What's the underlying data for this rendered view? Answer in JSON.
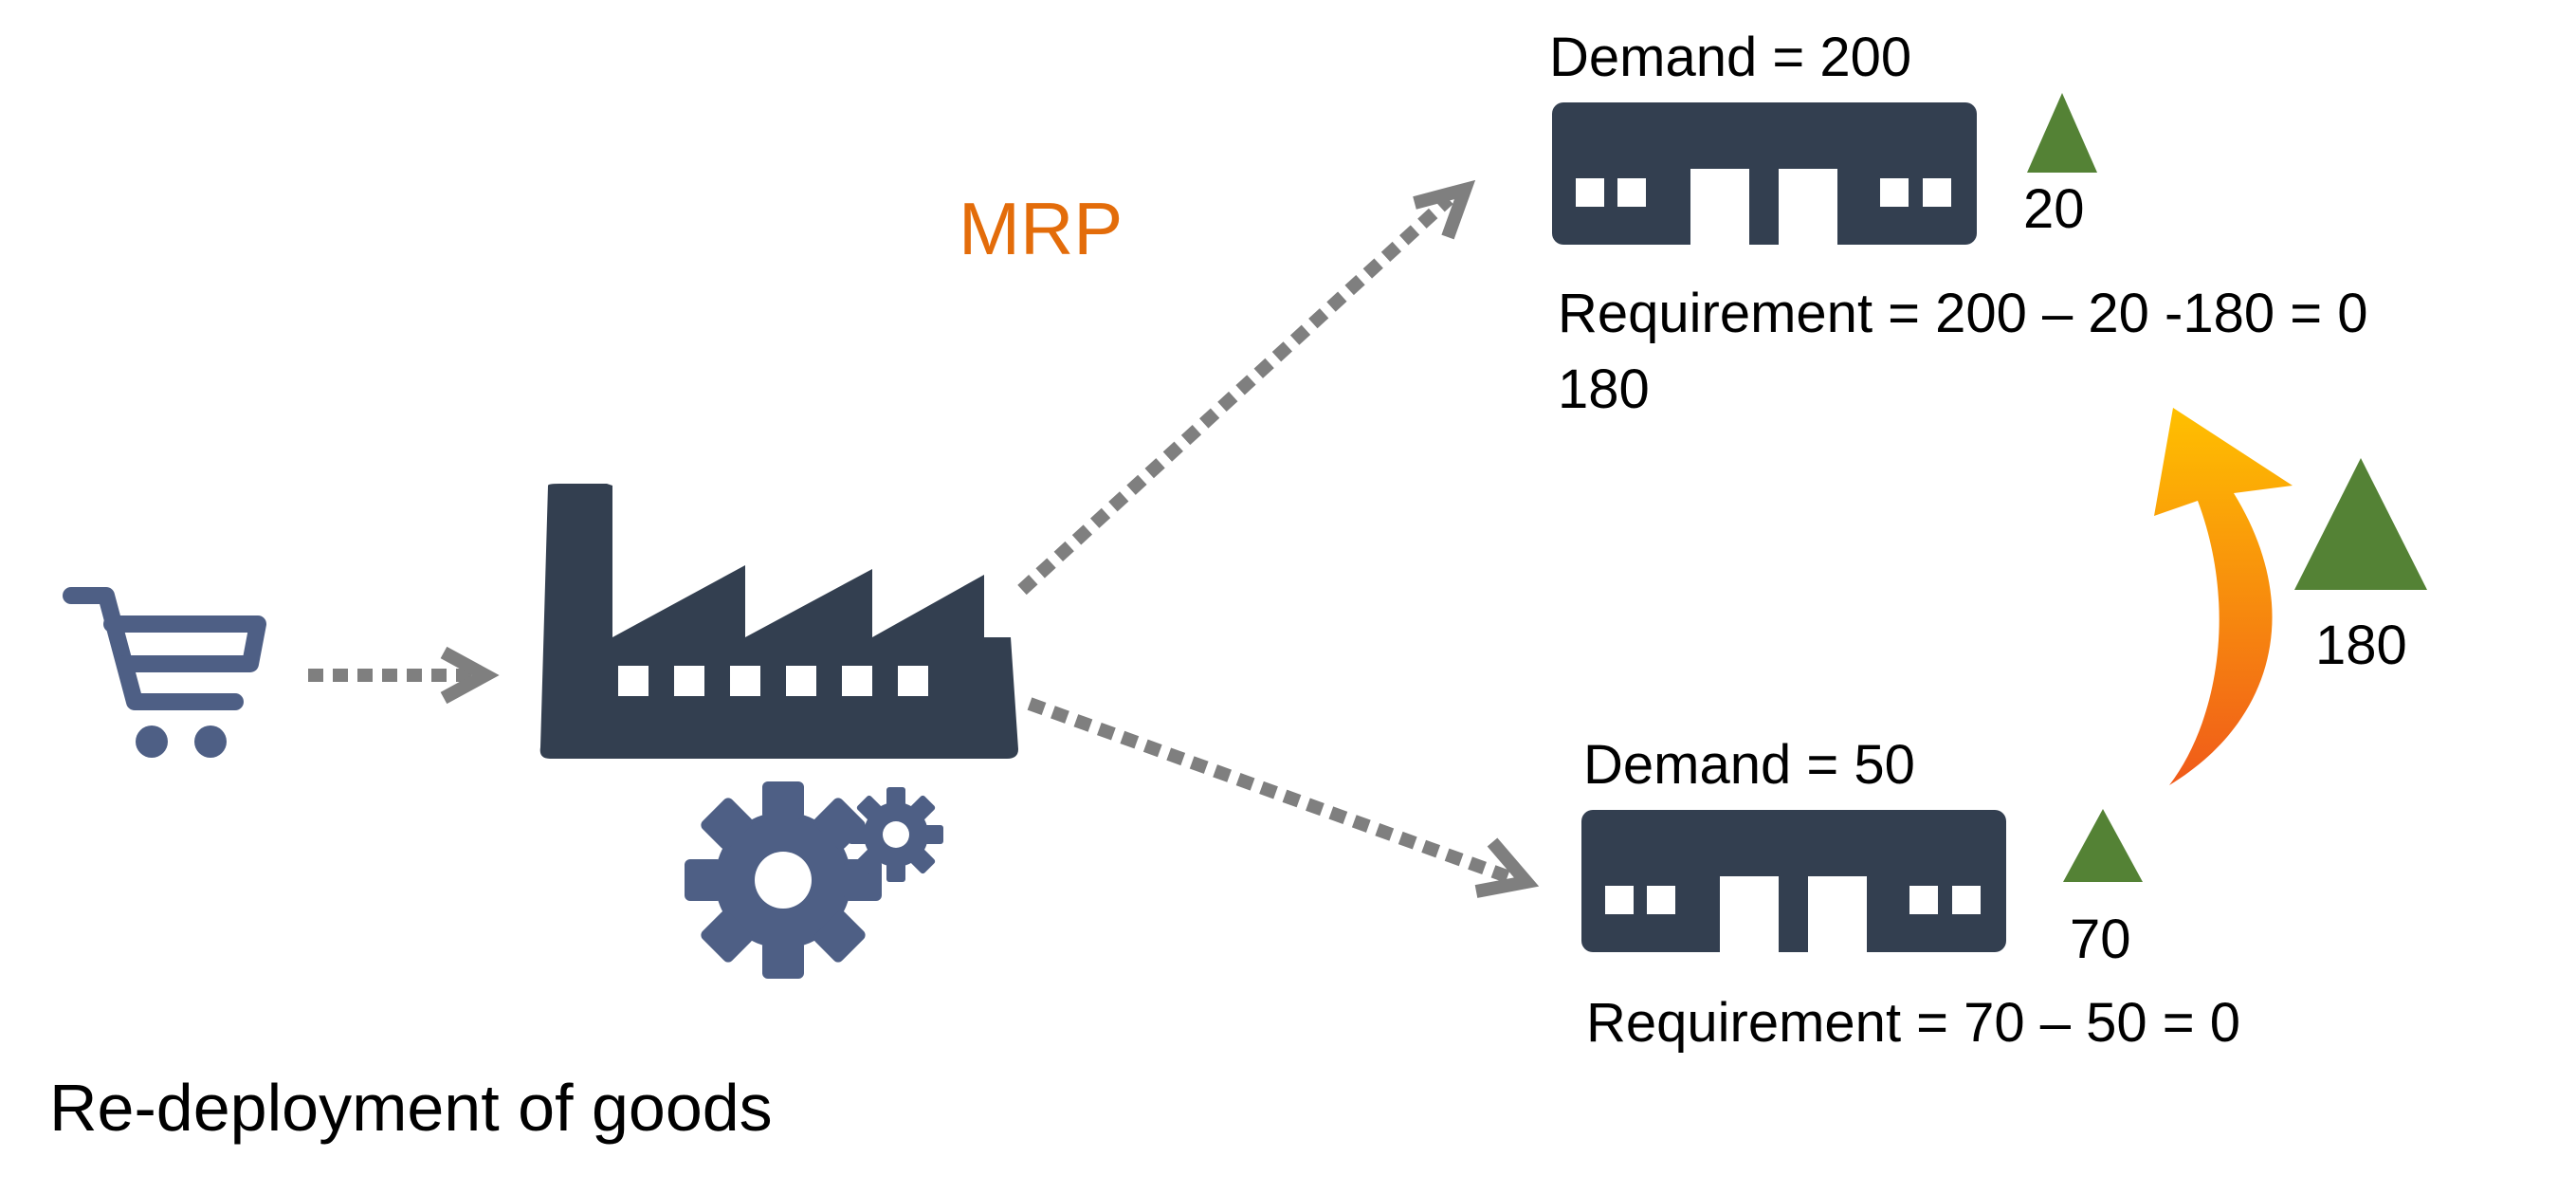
{
  "title": "Re-deployment of goods",
  "process_label": "MRP",
  "warehouse_top": {
    "demand": "Demand = 200",
    "stock": "20",
    "requirement": "Requirement = 200 – 20 -180 = 0",
    "transfer_in": "180"
  },
  "warehouse_bottom": {
    "demand": "Demand = 50",
    "stock": "70",
    "requirement": "Requirement = 70 – 50 = 0"
  },
  "transfer": {
    "quantity": "180"
  },
  "colors": {
    "building": "#333f50",
    "icon_blue": "#4e5f85",
    "arrow_gray": "#7f7f7f",
    "stock_green": "#548235",
    "mrp_orange": "#e36c0a",
    "transfer_arrow_top": "#ffc000",
    "transfer_arrow_bottom": "#f05a1a"
  },
  "icons": [
    "shopping-cart-icon",
    "factory-icon",
    "gears-icon",
    "warehouse-icon",
    "inventory-triangle-icon",
    "curved-arrow-icon"
  ]
}
